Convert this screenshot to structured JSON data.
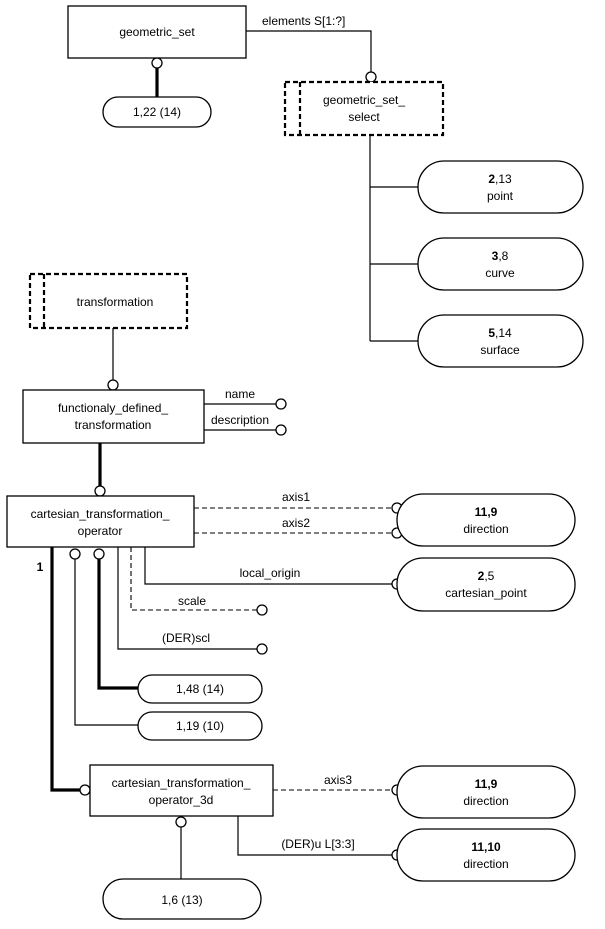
{
  "entities": {
    "geometric_set": "geometric_set",
    "geometric_set_select_1": "geometric_set_",
    "geometric_set_select_2": "select",
    "transformation": "transformation",
    "functionaly_defined_1": "functionaly_defined_",
    "functionaly_defined_2": "transformation",
    "cto_1": "cartesian_transformation_",
    "cto_2": "operator",
    "cto3d_1": "cartesian_transformation_",
    "cto3d_2": "operator_3d"
  },
  "page_refs": {
    "geometric_set": "1,22 (14)",
    "point_num": "2",
    "point_rest": ",13",
    "point_name": "point",
    "curve_num": "3",
    "curve_rest": ",8",
    "curve_name": "curve",
    "surface_num": "5",
    "surface_rest": ",14",
    "surface_name": "surface",
    "axis1_ref": "11,9",
    "axis1_name": "direction",
    "local_origin_num": "2",
    "local_origin_rest": ",5",
    "local_origin_name": "cartesian_point",
    "ref_148": "1,48 (14)",
    "ref_119": "1,19 (10)",
    "axis3_ref": "11,9",
    "axis3_name": "direction",
    "u_ref": "11,10",
    "u_name": "direction",
    "cto3d_ref": "1,6 (13)"
  },
  "attributes": {
    "elements": "elements S[1:?]",
    "name": "name",
    "description": "description",
    "axis1": "axis1",
    "axis2": "axis2",
    "local_origin": "local_origin",
    "scale": "scale",
    "scl": "(DER)scl",
    "axis3": "axis3",
    "u": "(DER)u L[3:3]",
    "cardinality_one": "1"
  }
}
